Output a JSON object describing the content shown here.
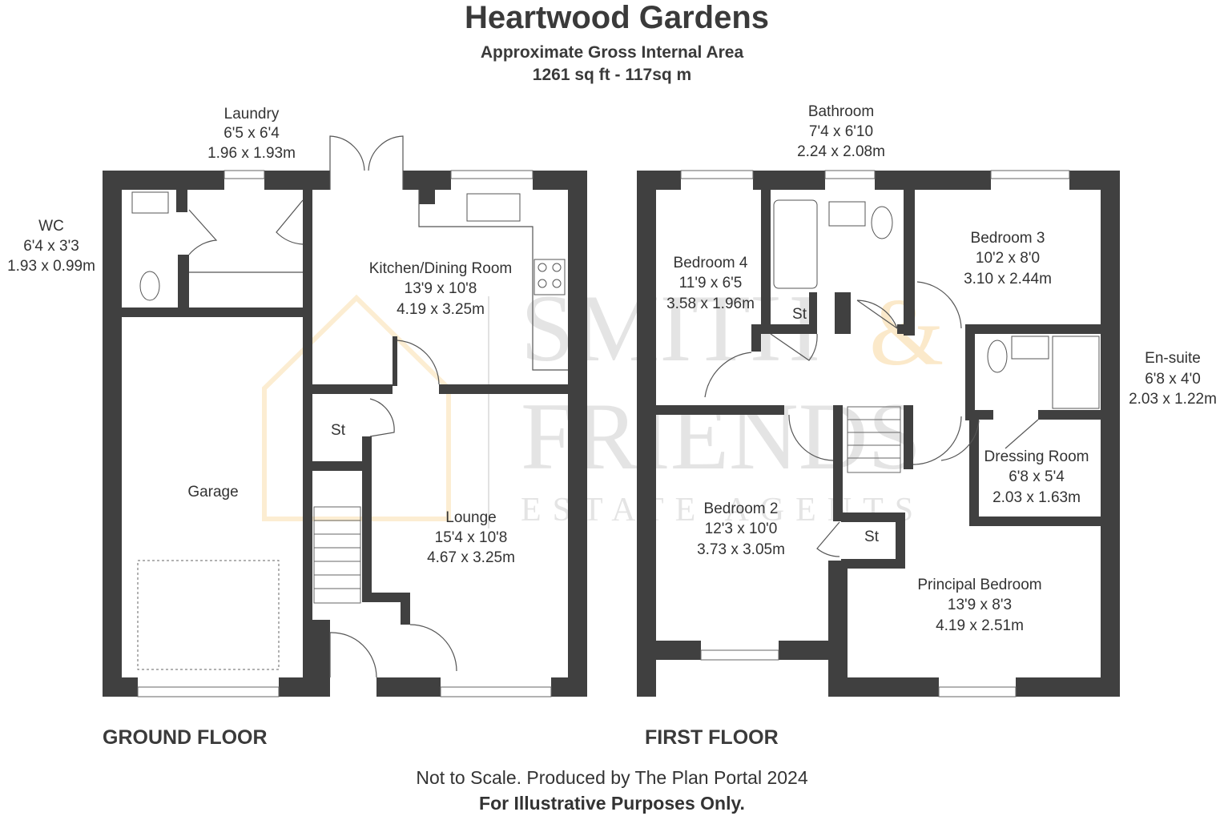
{
  "header": {
    "title": "Heartwood Gardens",
    "area_label": "Approximate Gross Internal Area",
    "area_value": "1261 sq ft - 117sq m"
  },
  "watermark": {
    "line1": "SMITH",
    "amp": "&",
    "line2": "FRIENDS",
    "line3": "ESTATE AGENTS"
  },
  "floors": {
    "ground": {
      "label": "GROUND FLOOR",
      "rooms": [
        {
          "name": "Laundry",
          "imperial": "6'5 x 6'4",
          "metric": "1.96 x 1.93m"
        },
        {
          "name": "WC",
          "imperial": "6'4 x 3'3",
          "metric": "1.93 x 0.99m"
        },
        {
          "name": "Kitchen/Dining Room",
          "imperial": "13'9 x 10'8",
          "metric": "4.19 x 3.25m"
        },
        {
          "name": "Garage"
        },
        {
          "name": "St"
        },
        {
          "name": "Lounge",
          "imperial": "15'4 x 10'8",
          "metric": "4.67 x 3.25m"
        }
      ]
    },
    "first": {
      "label": "FIRST FLOOR",
      "rooms": [
        {
          "name": "Bathroom",
          "imperial": "7'4 x 6'10",
          "metric": "2.24 x 2.08m"
        },
        {
          "name": "Bedroom 4",
          "imperial": "11'9 x 6'5",
          "metric": "3.58 x 1.96m"
        },
        {
          "name": "Bedroom 3",
          "imperial": "10'2 x 8'0",
          "metric": "3.10 x 2.44m"
        },
        {
          "name": "St"
        },
        {
          "name": "En-suite",
          "imperial": "6'8 x 4'0",
          "metric": "2.03 x 1.22m"
        },
        {
          "name": "Dressing Room",
          "imperial": "6'8 x 5'4",
          "metric": "2.03 x 1.63m"
        },
        {
          "name": "Bedroom 2",
          "imperial": "12'3 x 10'0",
          "metric": "3.73 x 3.05m"
        },
        {
          "name": "St"
        },
        {
          "name": "Principal Bedroom",
          "imperial": "13'9 x 8'3",
          "metric": "4.19 x 2.51m"
        }
      ]
    }
  },
  "footer": {
    "note": "Not to Scale. Produced by The Plan Portal 2024",
    "disclaimer": "For Illustrative Purposes Only."
  }
}
